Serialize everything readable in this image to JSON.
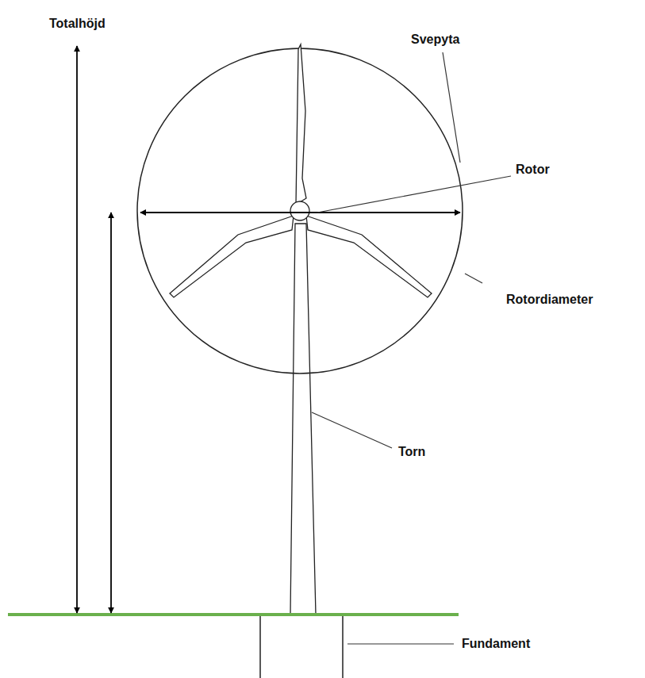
{
  "diagram": {
    "labels": [
      "Totalhöjd",
      "Svepyta",
      "Rotor",
      "Rotordiameter",
      "Torn",
      "Fundament"
    ]
  }
}
